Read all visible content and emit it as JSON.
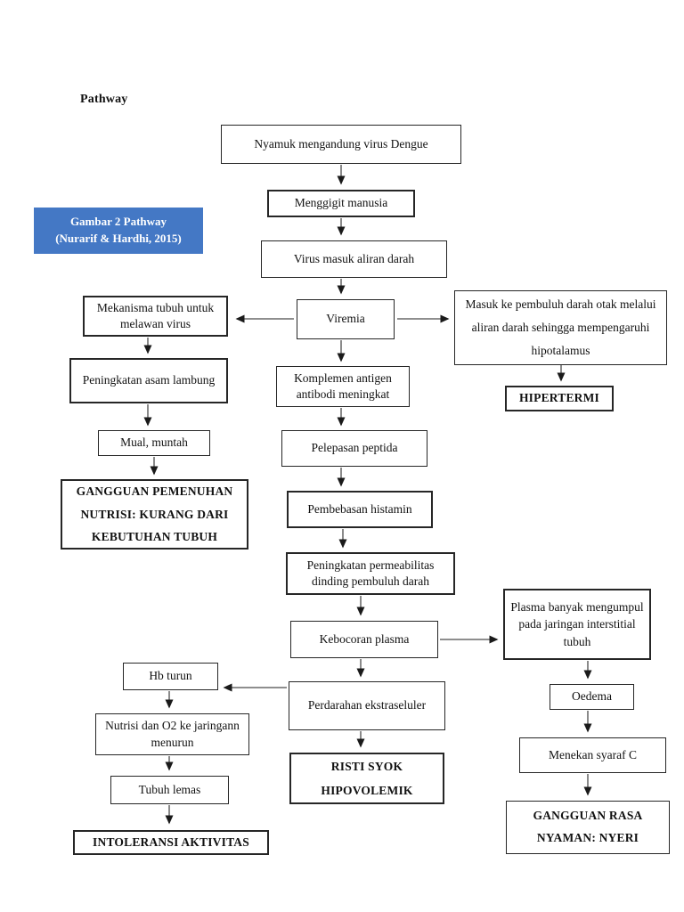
{
  "page": {
    "title": "Pathway"
  },
  "caption": {
    "line1": "Gambar 2 Pathway",
    "line2": "(Nurarif & Hardhi, 2015)",
    "bg_color": "#4478c5",
    "text_color": "#ffffff"
  },
  "colors": {
    "box_border": "#262626",
    "text": "#111111",
    "arrow_line": "#4a4a4a",
    "arrow_head": "#1a1a1a"
  },
  "nodes": {
    "nyamuk": {
      "label": "Nyamuk mengandung virus Dengue"
    },
    "menggigit": {
      "label": "Menggigit manusia"
    },
    "virus_masuk": {
      "label": "Virus masuk aliran darah"
    },
    "viremia": {
      "label": "Viremia"
    },
    "mekanisma": {
      "label": "Mekanisma tubuh untuk melawan virus"
    },
    "masuk_otak": {
      "label": "Masuk ke pembuluh darah otak melalui aliran darah sehingga mempengaruhi hipotalamus"
    },
    "hipertermi": {
      "label": "HIPERTERMI"
    },
    "peningkatan_asam": {
      "label": "Peningkatan asam lambung"
    },
    "mual": {
      "label": "Mual, muntah"
    },
    "gangguan_nutrisi": {
      "label": "GANGGUAN PEMENUHAN NUTRISI: KURANG DARI KEBUTUHAN TUBUH"
    },
    "komplemen": {
      "label": "Komplemen antigen antibodi meningkat"
    },
    "pelepasan": {
      "label": "Pelepasan peptida"
    },
    "pembebasan": {
      "label": "Pembebasan histamin"
    },
    "permeabilitas": {
      "label": "Peningkatan permeabilitas dinding pembuluh darah"
    },
    "kebocoran": {
      "label": "Kebocoran plasma"
    },
    "plasma_banyak": {
      "label": "Plasma banyak mengumpul pada jaringan interstitial tubuh"
    },
    "oedema": {
      "label": "Oedema"
    },
    "menekan": {
      "label": "Menekan syaraf C"
    },
    "gangguan_nyaman": {
      "label": "GANGGUAN RASA NYAMAN: NYERI"
    },
    "hb_turun": {
      "label": "Hb turun"
    },
    "nutrisi_o2": {
      "label": "Nutrisi dan O2 ke jaringann menurun"
    },
    "tubuh_lemas": {
      "label": "Tubuh lemas"
    },
    "intoleransi": {
      "label": "INTOLERANSI AKTIVITAS"
    },
    "perdarahan": {
      "label": "Perdarahan ekstraseluler"
    },
    "risti": {
      "label": "RISTI SYOK HIPOVOLEMIK"
    }
  },
  "edges": [
    {
      "from": "nyamuk",
      "to": "menggigit"
    },
    {
      "from": "menggigit",
      "to": "virus_masuk"
    },
    {
      "from": "virus_masuk",
      "to": "viremia"
    },
    {
      "from": "viremia",
      "to": "mekanisma"
    },
    {
      "from": "viremia",
      "to": "masuk_otak"
    },
    {
      "from": "viremia",
      "to": "komplemen"
    },
    {
      "from": "masuk_otak",
      "to": "hipertermi"
    },
    {
      "from": "mekanisma",
      "to": "peningkatan_asam"
    },
    {
      "from": "peningkatan_asam",
      "to": "mual"
    },
    {
      "from": "mual",
      "to": "gangguan_nutrisi"
    },
    {
      "from": "komplemen",
      "to": "pelepasan"
    },
    {
      "from": "pelepasan",
      "to": "pembebasan"
    },
    {
      "from": "pembebasan",
      "to": "permeabilitas"
    },
    {
      "from": "permeabilitas",
      "to": "kebocoran"
    },
    {
      "from": "kebocoran",
      "to": "plasma_banyak"
    },
    {
      "from": "kebocoran",
      "to": "perdarahan"
    },
    {
      "from": "plasma_banyak",
      "to": "oedema"
    },
    {
      "from": "oedema",
      "to": "menekan"
    },
    {
      "from": "menekan",
      "to": "gangguan_nyaman"
    },
    {
      "from": "perdarahan",
      "to": "hb_turun"
    },
    {
      "from": "perdarahan",
      "to": "risti"
    },
    {
      "from": "hb_turun",
      "to": "nutrisi_o2"
    },
    {
      "from": "nutrisi_o2",
      "to": "tubuh_lemas"
    },
    {
      "from": "tubuh_lemas",
      "to": "intoleransi"
    }
  ]
}
